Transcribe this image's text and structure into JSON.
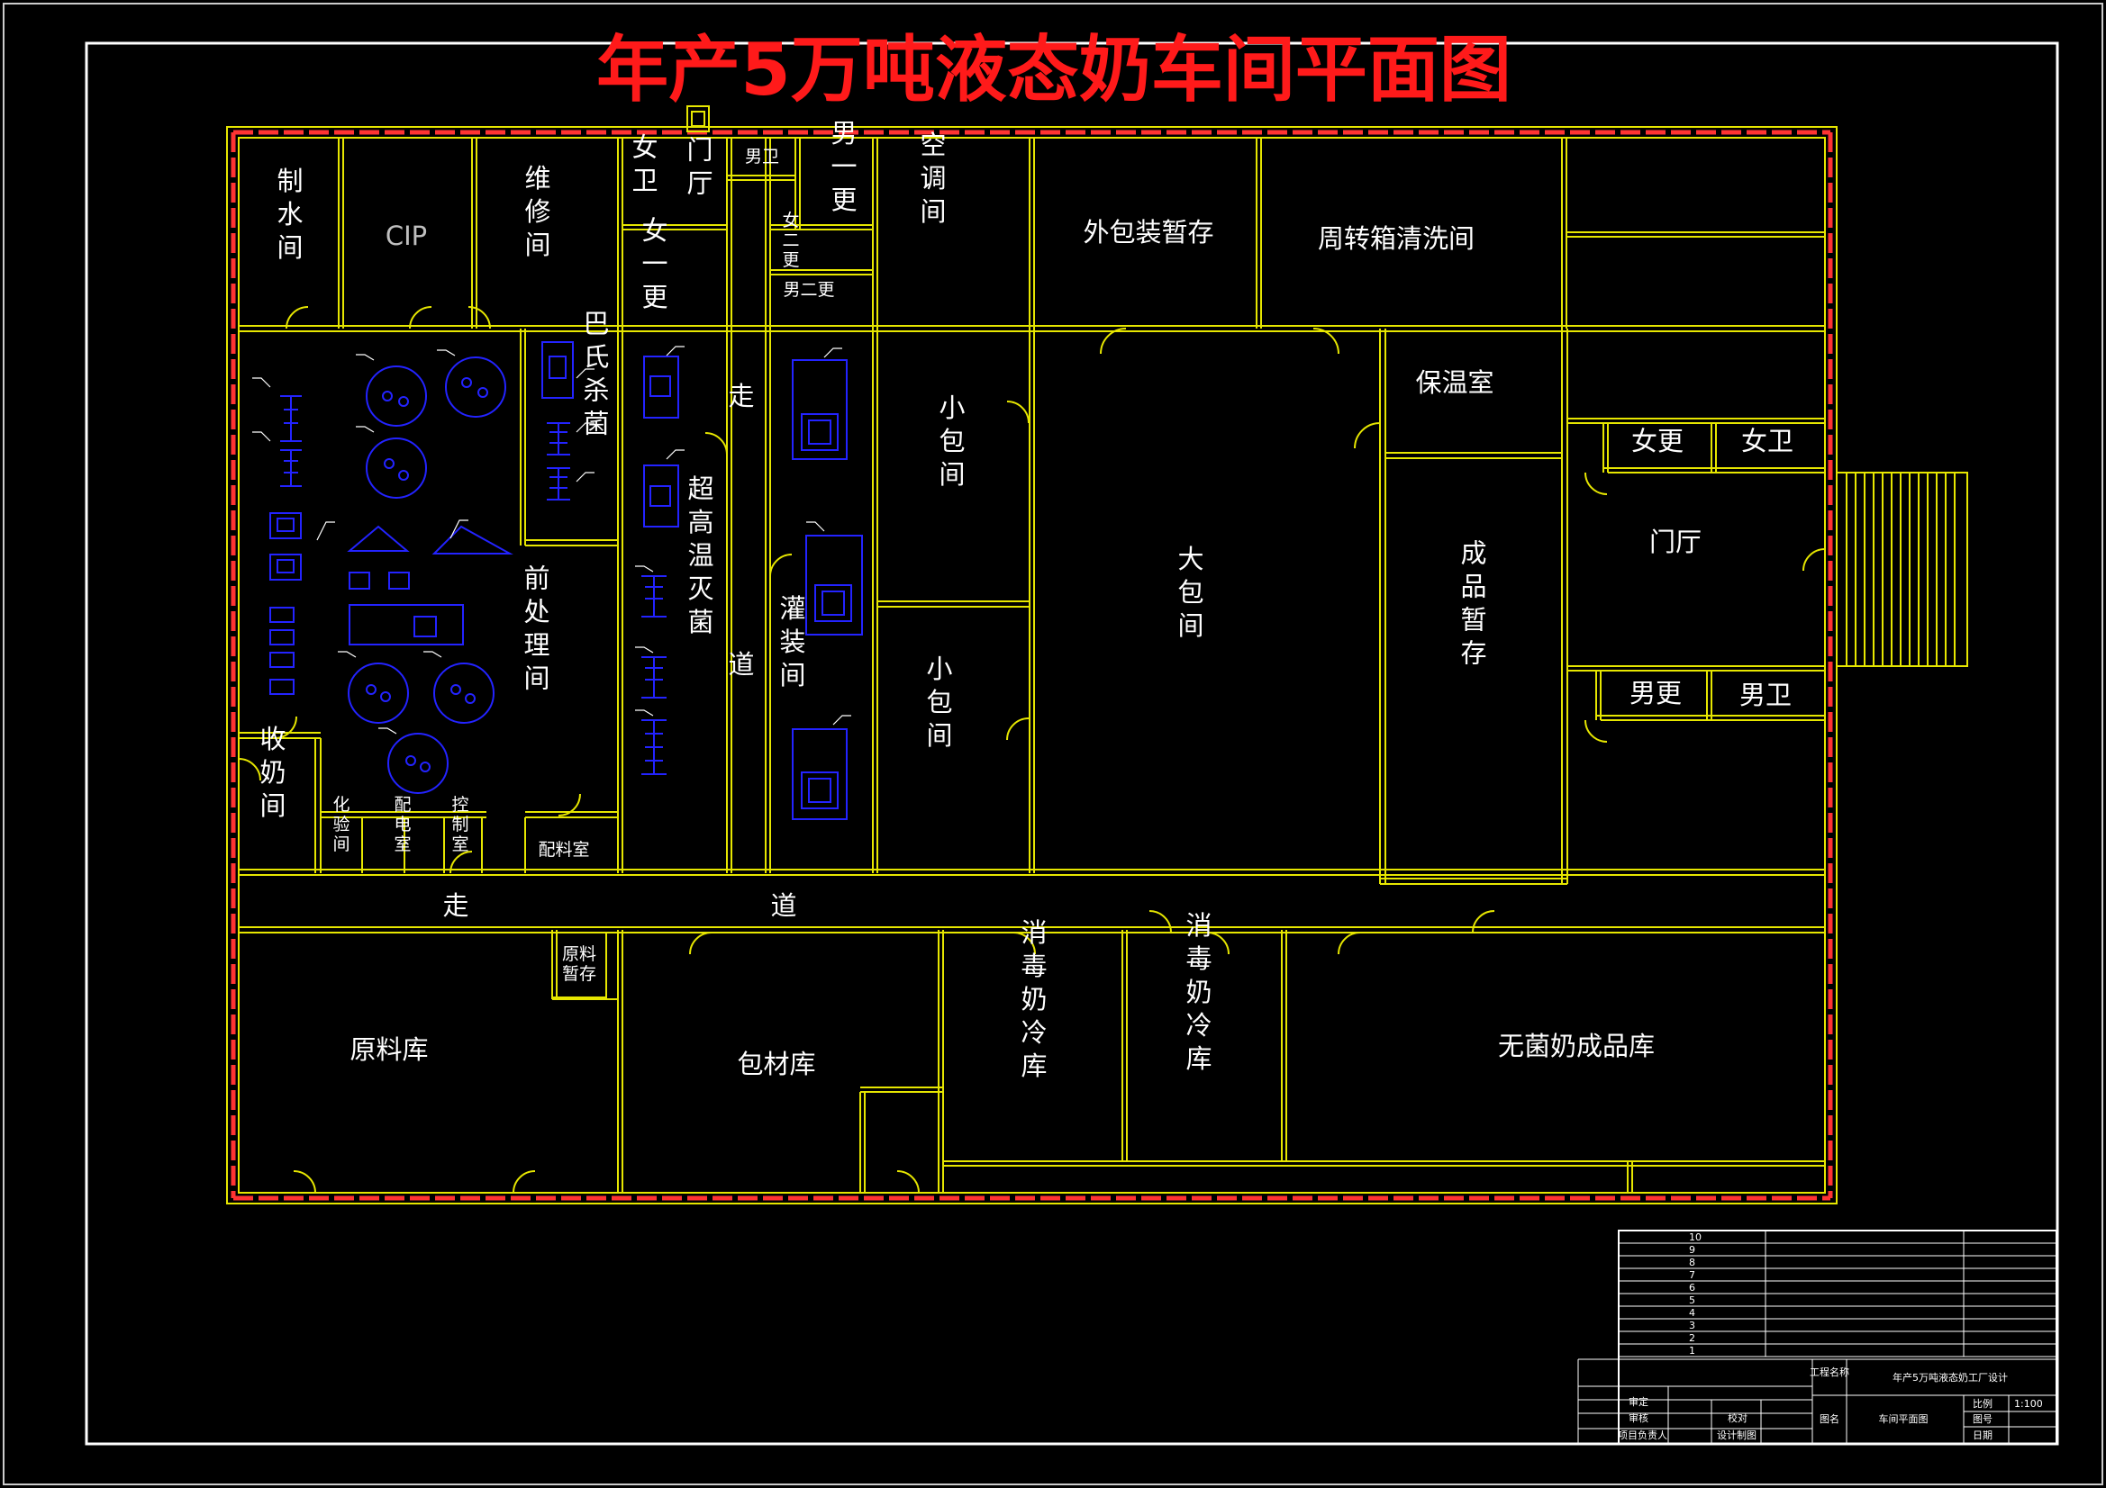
{
  "title": "年产5万吨液态奶车间平面图",
  "colors": {
    "wall": "#e6e600",
    "equipment": "#2323ff",
    "title": "#ff1a1a",
    "frame": "#ffffff",
    "hatch": "#ff3333"
  },
  "rooms": {
    "zhishui": "制水间",
    "cip": "CIP",
    "weixiu": "维修间",
    "nvwei": "女卫",
    "menting": "门厅",
    "nanwei": "男卫",
    "nanyigeng": "男一更",
    "nvergeng": "女二更",
    "nanergeng": "男二更",
    "nvyigeng": "女一更",
    "kongtiao": "空调间",
    "waibaozhuang": "外包装暂存",
    "zhouzhuan": "周转箱清洗间",
    "baowen": "保温室",
    "nvgeng_e": "女更",
    "nvwei_e": "女卫",
    "menting_e": "门厅",
    "nangeng_e": "男更",
    "nanwei_e": "男卫",
    "bashi": "巴氏杀菌",
    "chaogaowen": "超高温灭菌",
    "zou": "走",
    "dao": "道",
    "guanzhuang": "灌装间",
    "xiaobao1": "小包间",
    "xiaobao2": "小包间",
    "dabao": "大包间",
    "chengpin": "成品暂存",
    "qianchuli": "前处理间",
    "shounai": "收奶间",
    "huayan": "化验间",
    "peidian": "配电室",
    "kongzhi": "控制室",
    "peiliao": "配料室",
    "corridor_1": "走",
    "corridor_2": "道",
    "yuanliaozancun": "原料暂存",
    "yuanliao": "原料库",
    "baocai": "包材库",
    "xiaodu1": "消毒奶冷库",
    "xiaodu2": "消毒奶冷库",
    "wujun": "无菌奶成品库"
  },
  "title_block": {
    "equipment_rows": [
      {
        "no": "10",
        "name": "",
        "spec": ""
      },
      {
        "no": "9",
        "name": "",
        "spec": ""
      },
      {
        "no": "8",
        "name": "",
        "spec": ""
      },
      {
        "no": "7",
        "name": "",
        "spec": ""
      },
      {
        "no": "6",
        "name": "",
        "spec": ""
      },
      {
        "no": "5",
        "name": "",
        "spec": ""
      },
      {
        "no": "4",
        "name": "",
        "spec": ""
      },
      {
        "no": "3",
        "name": "",
        "spec": ""
      },
      {
        "no": "2",
        "name": "",
        "spec": ""
      },
      {
        "no": "1",
        "name": "",
        "spec": ""
      }
    ],
    "project_label": "工程名称",
    "project_name": "年产5万吨液态奶工厂设计",
    "shending": "审定",
    "shenhe": "审核",
    "jiaodui": "校对",
    "xiangmu": "项目负责人",
    "sheji": "设计制图",
    "tuming_label": "图名",
    "drawing_name": "车间平面图",
    "bili_label": "比例",
    "bili_value": "1:100",
    "tuhao_label": "图号",
    "riqi_label": "日期"
  }
}
